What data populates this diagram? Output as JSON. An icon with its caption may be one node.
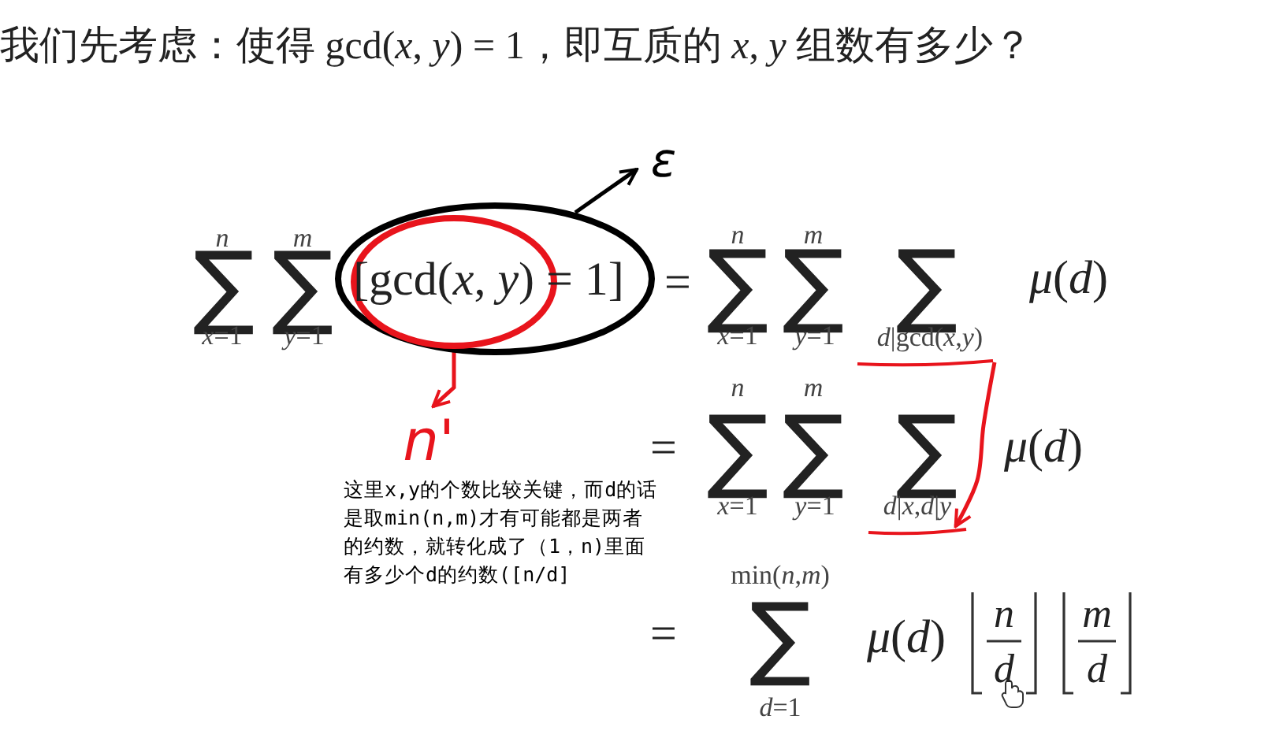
{
  "diagram": {
    "title": "我们先考虑：使得 gcd(*x*, *y*) = 1，即互质的 *x*, *y* 组数有多少？",
    "nodes": [
      {
        "text": [],
        "shape": "circle"
      },
      {
        "text": [
          "ε"
        ]
      },
      {
        "text": [],
        "shape": "circle",
        "in": 0
      },
      {
        "text": [
          "n'"
        ]
      },
      {
        "text": [],
        "shape": "bar"
      },
      {
        "text": [],
        "shape": "bar"
      }
    ],
    "edges": [
      {
        "from": 0,
        "to": 1,
        "arrow": "to",
        "color": "#000000"
      },
      {
        "from": 2,
        "to": 3,
        "arrow": "to"
      },
      {
        "from": 4,
        "to": 5,
        "arrow": "to"
      }
    ],
    "labels": [
      "n",
      "m",
      "n",
      "m",
      "∑",
      "∑",
      "[gcd(*x*, *y*) = 1]",
      "=",
      "∑",
      "∑",
      "∑",
      "*μ*(*d*)",
      "*x*=1",
      "*y*=1",
      "*x*=1",
      "*y*=1",
      "*d*|gcd(*x*,*y*)",
      "n",
      "m",
      "=",
      "∑",
      "∑",
      "∑",
      "*μ*(*d*)",
      "这里x,y的个数比较关键，而d的话是取min(n,m)才有可能都是两者的约数，就转化成了（1，n)里面有多少个d的约数([n/d]",
      "*x*=1",
      "*y*=1",
      "*d*|*x*,*d*|*y*",
      "min(*n*,*m*)",
      "=",
      "∑",
      "*μ*(*d*)",
      "n",
      "m",
      "d",
      "d",
      "*d*=1"
    ]
  }
}
